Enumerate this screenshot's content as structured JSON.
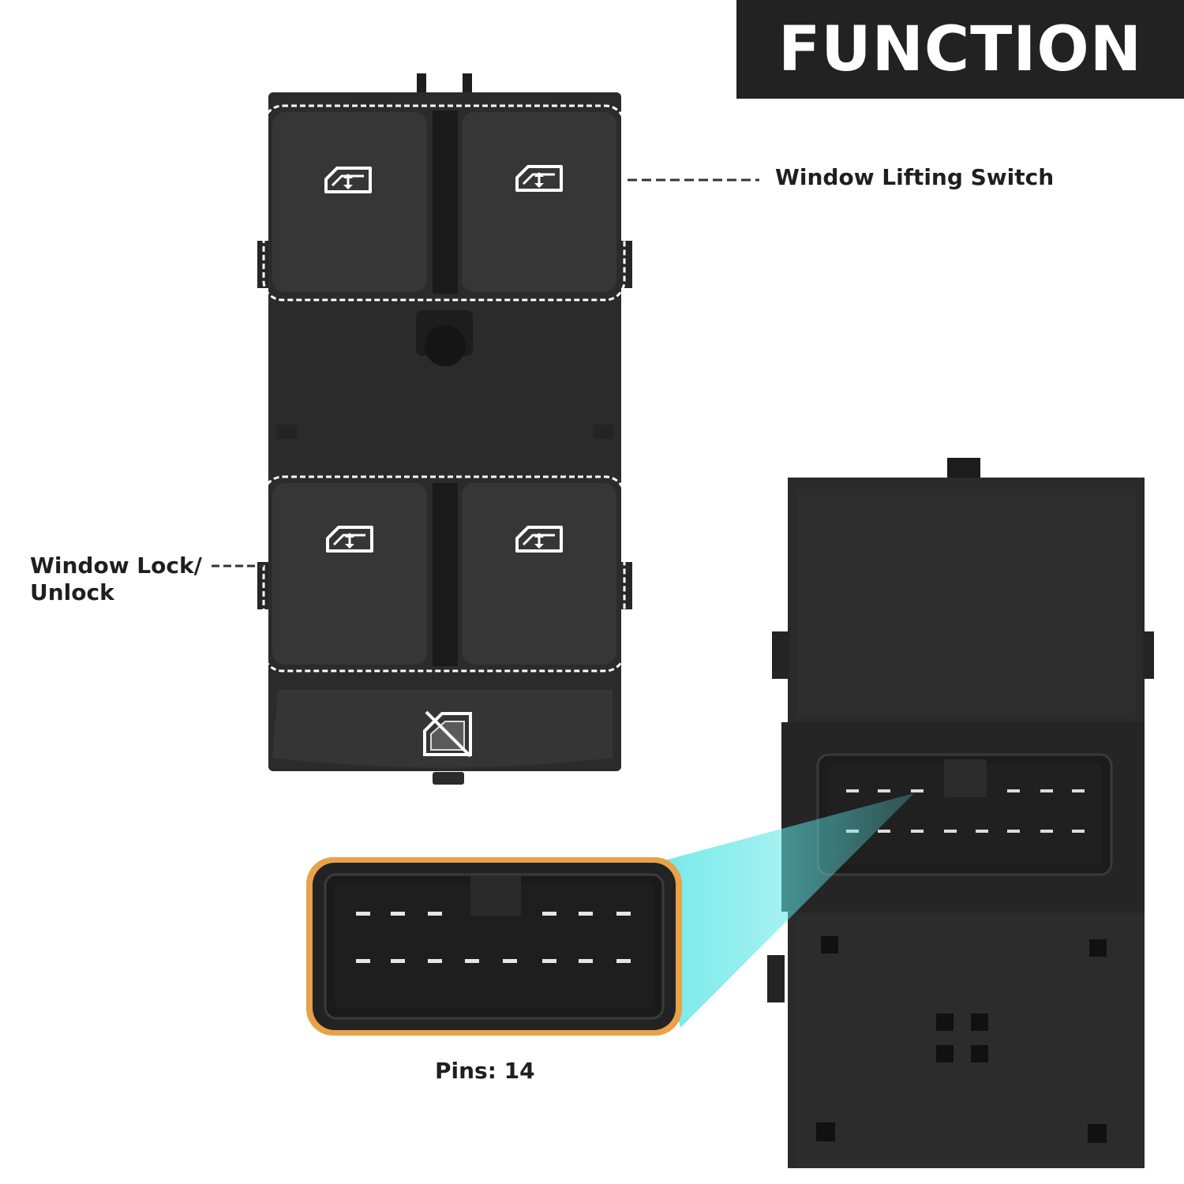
{
  "banner": {
    "title": "FUNCTION"
  },
  "callouts": {
    "window_lifting_switch": "Window Lifting Switch",
    "window_lock_unlock_line1": "Window Lock/",
    "window_lock_unlock_line2": "Unlock",
    "pins": "Pins: 14"
  },
  "colors": {
    "banner_bg": "#222222",
    "switch_body": "#2b2b2b",
    "button_face": "#363636",
    "highlight_ring": "#e8a24a",
    "magnifier_beam": "#5fe6e6"
  },
  "icons": {
    "window_button": "car-window-up-down-icon",
    "lock_button": "window-lock-crossed-icon"
  }
}
